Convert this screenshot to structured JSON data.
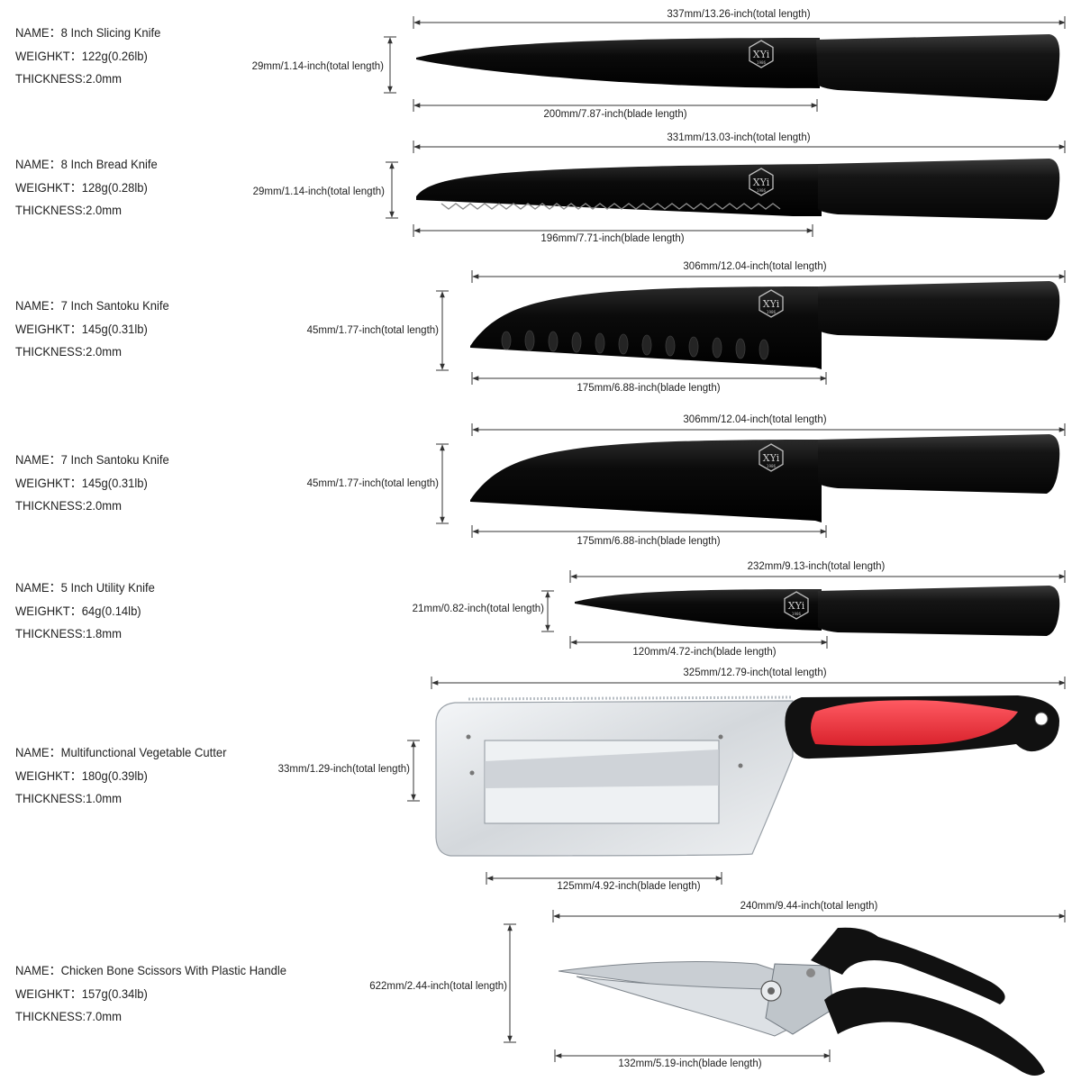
{
  "items": [
    {
      "name": "NAME：8 Inch Slicing Knife",
      "weight": "WEIGHKT：122g(0.26lb)",
      "thickness": "THICKNESS:2.0mm",
      "total_length": "337mm/13.26-inch(total length)",
      "blade_length": "200mm/7.87-inch(blade length)",
      "height": "29mm/1.14-inch(total length)"
    },
    {
      "name": "NAME：8 Inch Bread Knife",
      "weight": "WEIGHKT：128g(0.28lb)",
      "thickness": "THICKNESS:2.0mm",
      "total_length": "331mm/13.03-inch(total length)",
      "blade_length": "196mm/7.71-inch(blade length)",
      "height": "29mm/1.14-inch(total length)"
    },
    {
      "name": "NAME：7 Inch Santoku Knife",
      "weight": "WEIGHKT：145g(0.31lb)",
      "thickness": "THICKNESS:2.0mm",
      "total_length": "306mm/12.04-inch(total length)",
      "blade_length": "175mm/6.88-inch(blade length)",
      "height": "45mm/1.77-inch(total length)"
    },
    {
      "name": "NAME：7 Inch Santoku Knife",
      "weight": "WEIGHKT：145g(0.31lb)",
      "thickness": "THICKNESS:2.0mm",
      "total_length": "306mm/12.04-inch(total length)",
      "blade_length": "175mm/6.88-inch(blade length)",
      "height": "45mm/1.77-inch(total length)"
    },
    {
      "name": "NAME：5 Inch Utility Knife",
      "weight": "WEIGHKT：64g(0.14lb)",
      "thickness": "THICKNESS:1.8mm",
      "total_length": "232mm/9.13-inch(total length)",
      "blade_length": "120mm/4.72-inch(blade length)",
      "height": "21mm/0.82-inch(total length)"
    },
    {
      "name": "NAME：Multifunctional Vegetable Cutter",
      "weight": "WEIGHKT：180g(0.39lb)",
      "thickness": "THICKNESS:1.0mm",
      "total_length": "325mm/12.79-inch(total length)",
      "blade_length": "125mm/4.92-inch(blade length)",
      "height": "33mm/1.29-inch(total length)"
    },
    {
      "name": "NAME：Chicken Bone Scissors With Plastic Handle",
      "weight": "WEIGHKT：157g(0.34lb)",
      "thickness": "THICKNESS:7.0mm",
      "total_length": "240mm/9.44-inch(total length)",
      "blade_length": "132mm/5.19-inch(blade length)",
      "height": "622mm/2.44-inch(total length)"
    }
  ],
  "logo": {
    "letters": "XYi",
    "year": "1986"
  },
  "colors": {
    "blade": "#0a0a0a",
    "handle": "#111111",
    "cutter_grip": "#e8323c",
    "steel": "#d9dde2",
    "dim_line": "#333333"
  },
  "icons": [
    "logo-emblem-icon",
    "dimension-arrow-icon"
  ]
}
